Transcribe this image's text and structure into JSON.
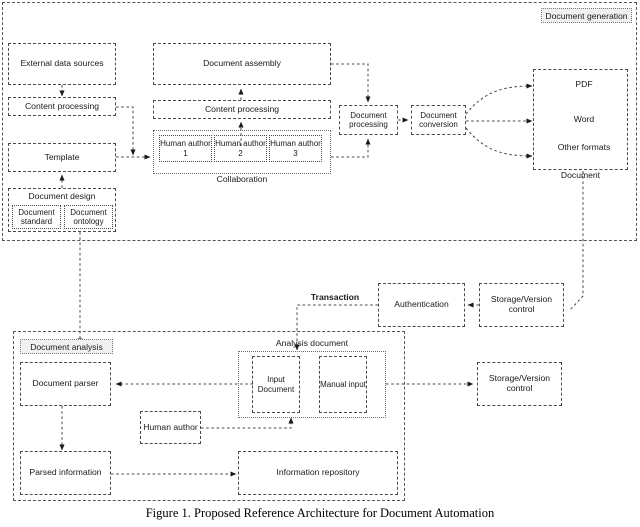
{
  "figure": {
    "caption": "Figure 1. Proposed Reference Architecture for Document Automation"
  },
  "regions": {
    "document_generation": {
      "label": "Document generation"
    },
    "document_analysis": {
      "label": "Document analysis"
    }
  },
  "generation": {
    "external_data_sources": "External data sources",
    "content_processing_left": "Content processing",
    "template": "Template",
    "document_design": {
      "title": "Document design",
      "standard": "Document standard",
      "ontology": "Document ontology"
    },
    "document_assembly": "Document assembly",
    "content_processing_right": "Content processing",
    "collaboration": {
      "title": "Collaboration",
      "authors": [
        "Human author 1",
        "Human author 2",
        "Human author 3"
      ]
    },
    "document_processing": "Document processing",
    "document_conversion": "Document conversion",
    "document_output": {
      "title": "Document",
      "formats": [
        "PDF",
        "Word",
        "Other formats"
      ]
    }
  },
  "transaction": {
    "label": "Transaction",
    "authentication": "Authentication",
    "storage_version_control": "Storage/Version control"
  },
  "analysis": {
    "document_parser": "Document parser",
    "parsed_information": "Parsed information",
    "human_author": "Human author",
    "information_repository": "Information repository",
    "analysis_document": {
      "title": "Analysis document",
      "input_document": "Input Document",
      "manual_input": "Manual input"
    },
    "storage_version_control": "Storage/Version control"
  },
  "colors": {
    "line": "#4a4a4a",
    "tag_fill": "#f0f0f0",
    "text": "#1a1a1a",
    "background": "#ffffff"
  }
}
